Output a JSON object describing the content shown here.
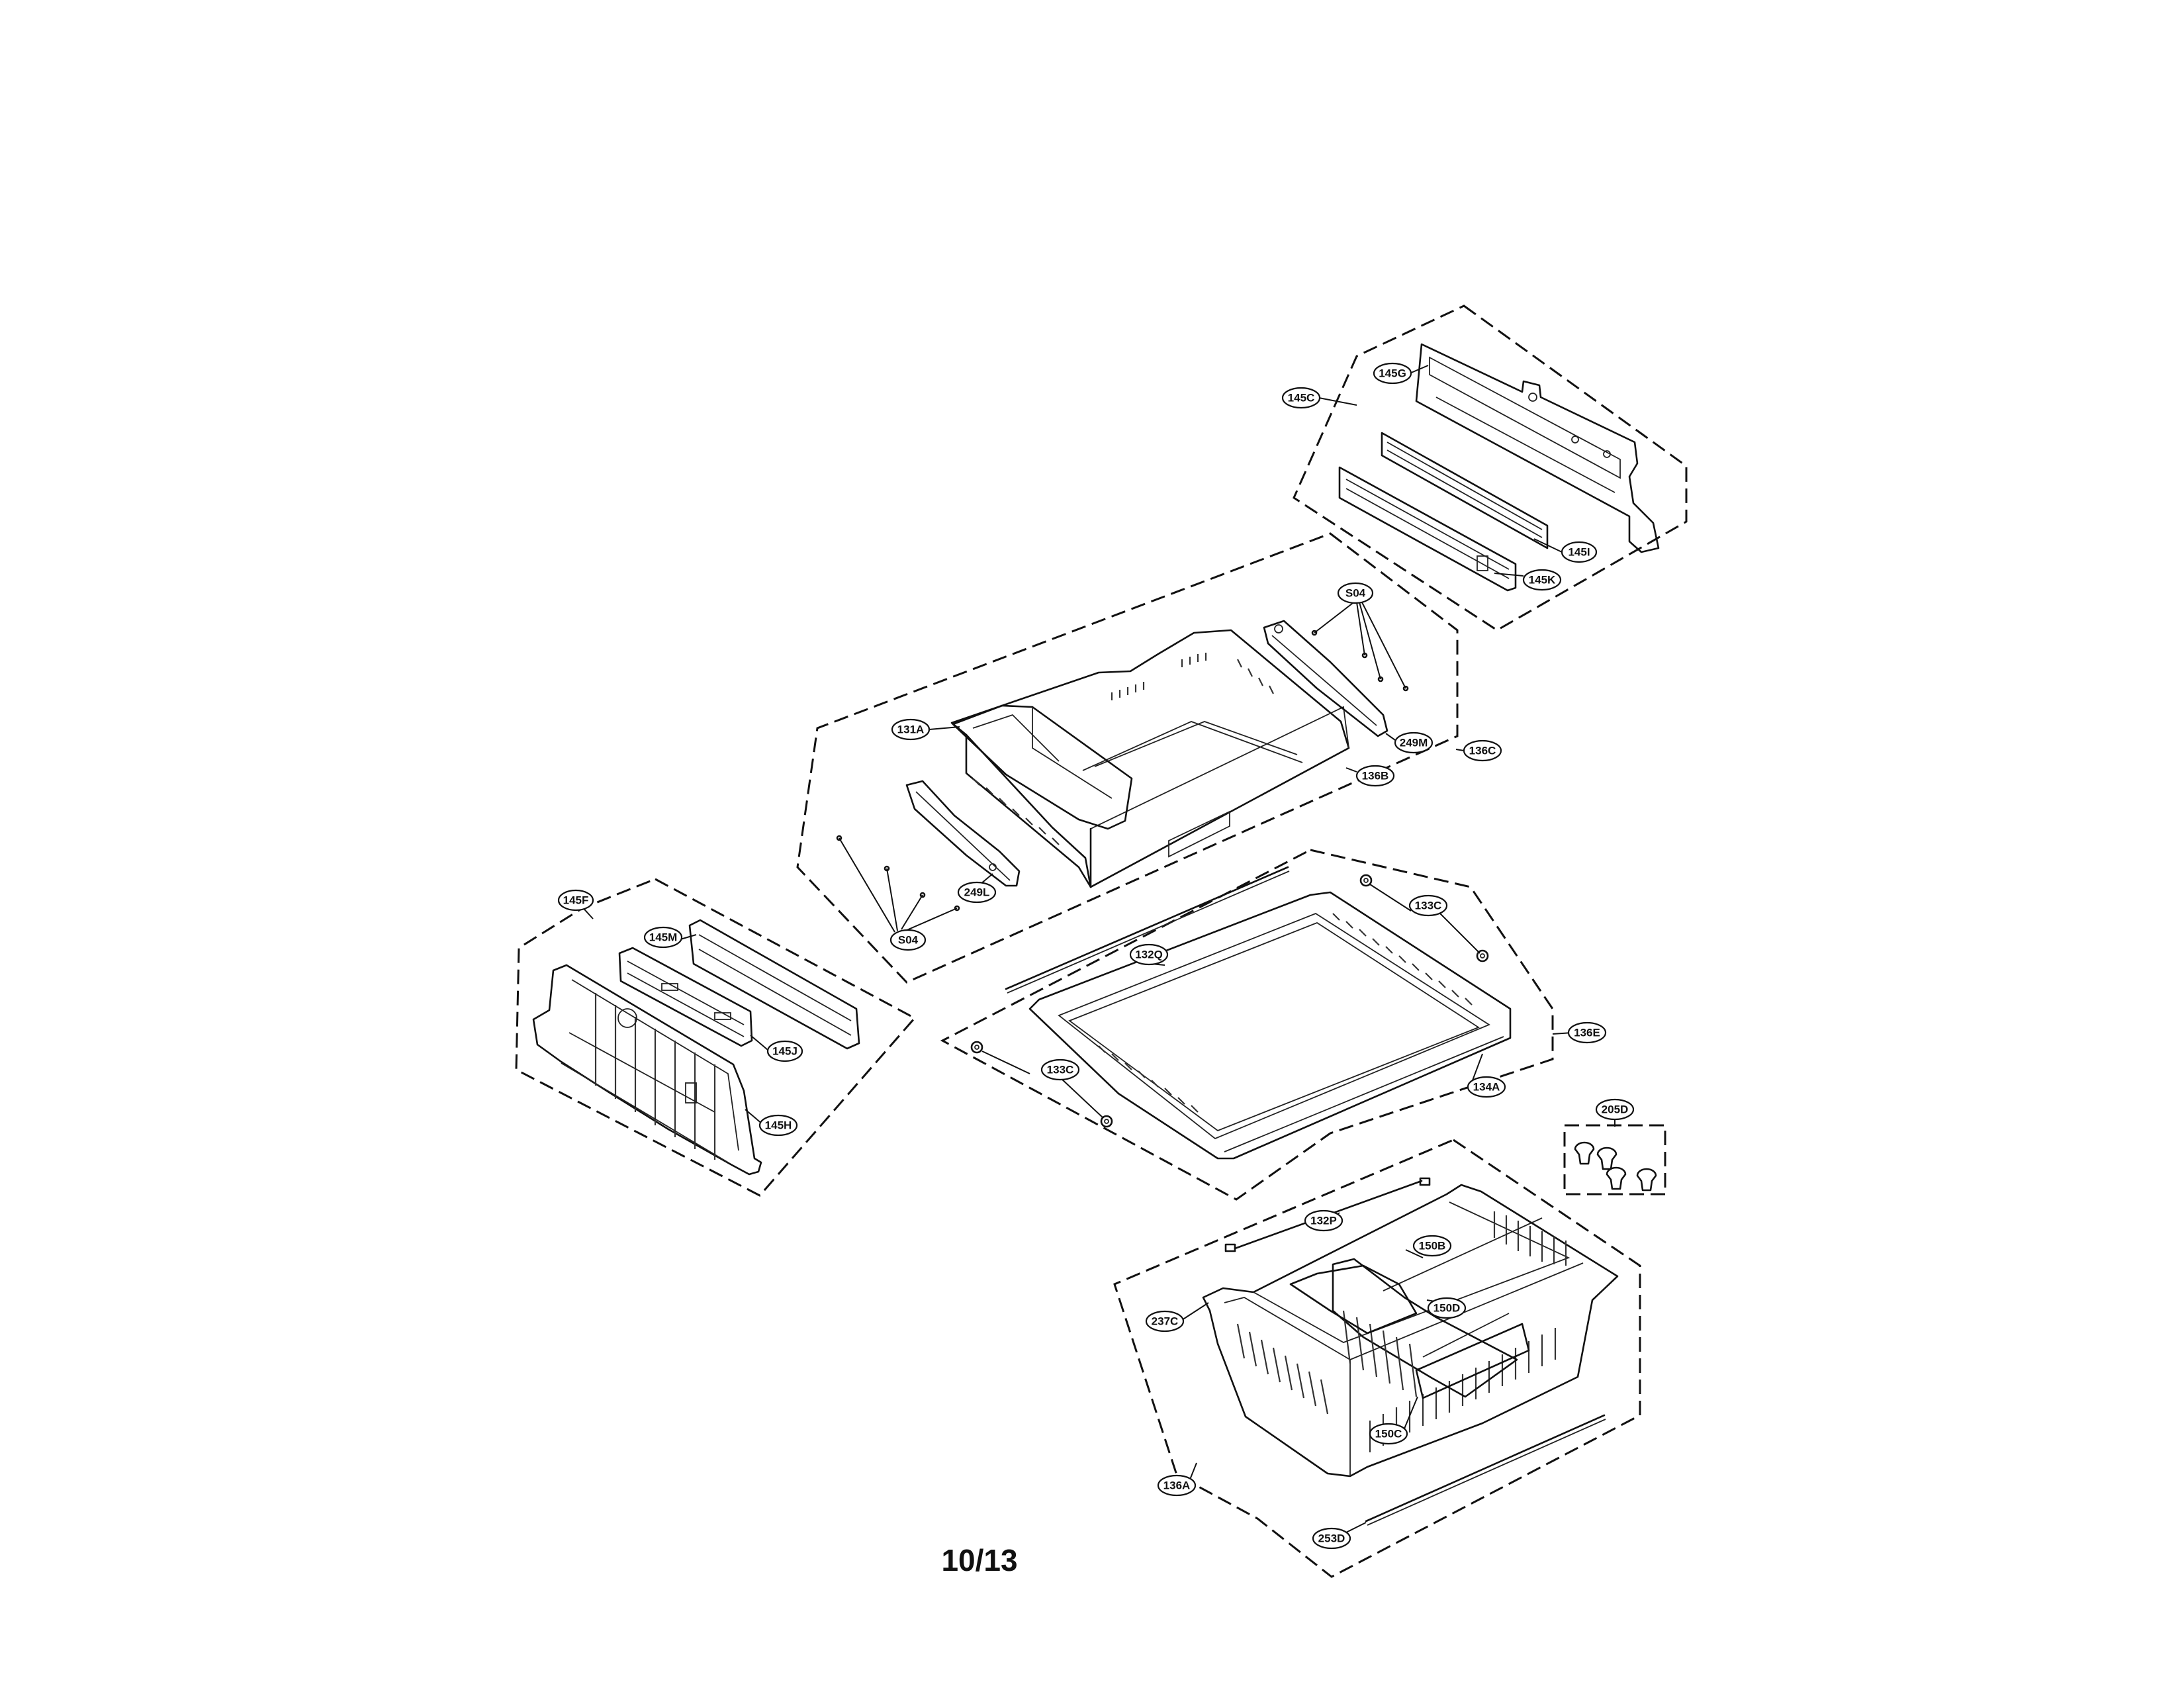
{
  "page_number": "10/13",
  "callouts": {
    "c145C": "145C",
    "c145G": "145G",
    "c145I": "145I",
    "c145K": "145K",
    "cS04a": "S04",
    "c131A": "131A",
    "c136B": "136B",
    "c249M": "249M",
    "c136C": "136C",
    "c249L": "249L",
    "cS04b": "S04",
    "c145F": "145F",
    "c145M": "145M",
    "c145J": "145J",
    "c145H": "145H",
    "c133Ca": "133C",
    "c132Q": "132Q",
    "c136E": "136E",
    "c134A": "134A",
    "c133Cb": "133C",
    "c205D": "205D",
    "c132P": "132P",
    "c150B": "150B",
    "c237C": "237C",
    "c150D": "150D",
    "c150C": "150C",
    "c136A": "136A",
    "c253D": "253D"
  }
}
